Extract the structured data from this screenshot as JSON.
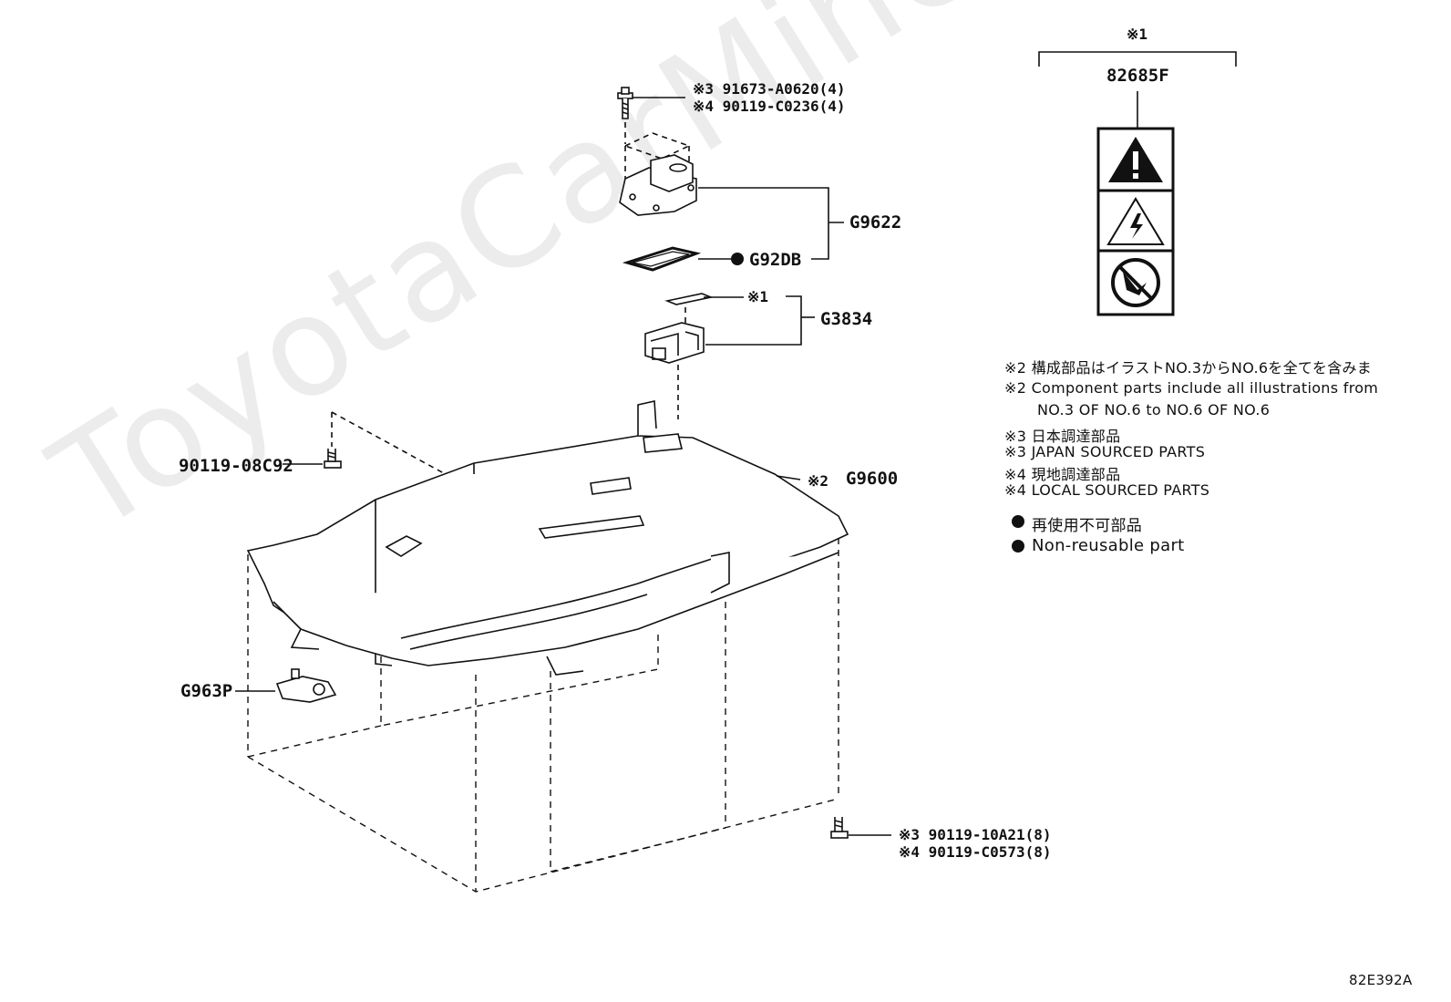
{
  "watermark": "ToyotaCarMine.ru",
  "labels": {
    "bolt_top_a": "※3 91673-A0620(4)",
    "bolt_top_b": "※4 90119-C0236(4)",
    "g9622": "G9622",
    "g92db": "G92DB",
    "note1_marker": "※1",
    "g3834": "G3834",
    "bolt_left": "90119-08C92",
    "g9600_prefix": "※2",
    "g9600": "G9600",
    "g963p": "G963P",
    "bolt_bottom_a": "※3 90119-10A21(8)",
    "bolt_bottom_b": "※4 90119-C0573(8)"
  },
  "inset": {
    "marker": "※1",
    "part_no": "82685F",
    "icons": [
      "warning-triangle-icon",
      "high-voltage-icon",
      "no-touch-icon"
    ]
  },
  "notes": [
    "※2 構成部品はイラストNO.3からNO.6を全てを含みま",
    "※2 Component parts include all illustrations from",
    "NO.3 OF NO.6 to NO.6 OF NO.6",
    "※3 日本調達部品",
    "※3 JAPAN SOURCED PARTS",
    "※4 現地調達部品",
    "※4 LOCAL SOURCED PARTS",
    "再使用不可部品",
    "Non-reusable part"
  ],
  "figure_code": "82E392A"
}
